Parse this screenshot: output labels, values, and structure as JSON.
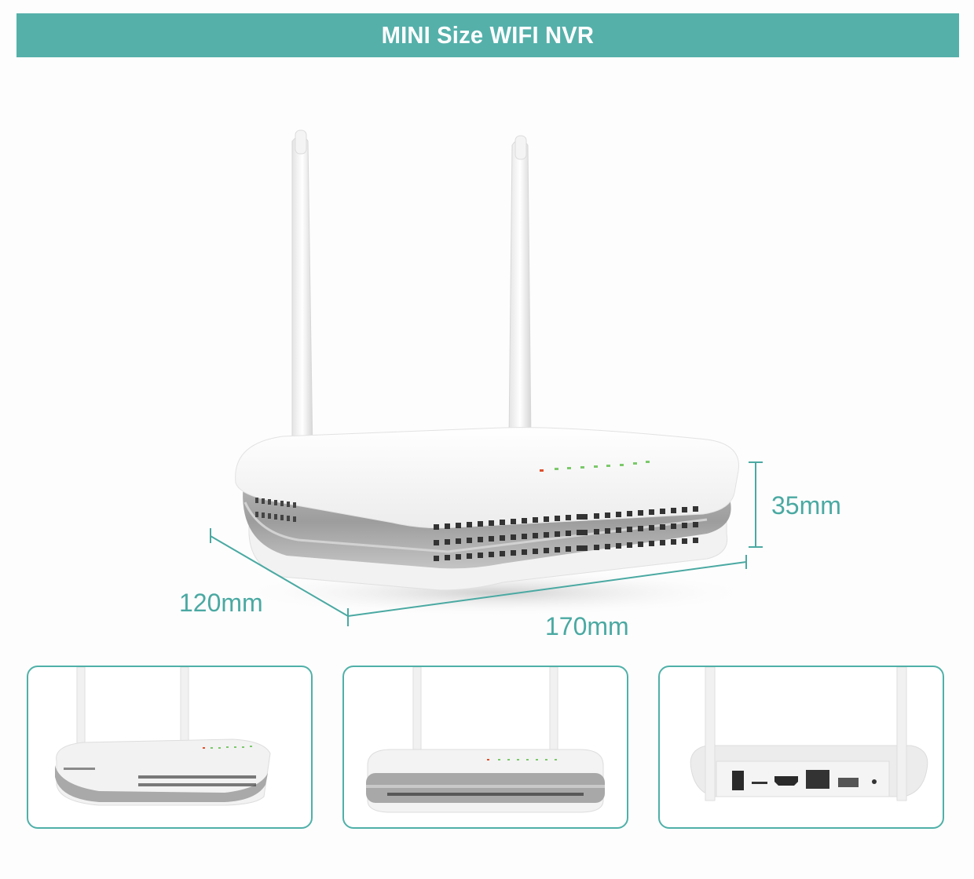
{
  "banner": {
    "title": "MINI Size WIFI NVR",
    "color": "#55b0aa"
  },
  "dimensions": {
    "height": "35mm",
    "depth": "120mm",
    "width": "170mm",
    "color": "#4aa9a2"
  },
  "product": {
    "name": "WIFI NVR",
    "antenna_count": 2,
    "status_leds": [
      "red",
      "green",
      "green",
      "green",
      "green",
      "green",
      "green",
      "green",
      "green"
    ]
  },
  "thumbnails": [
    {
      "view": "side-angle-view"
    },
    {
      "view": "front-view"
    },
    {
      "view": "rear-ports-view",
      "ports": [
        "dc-power",
        "micro-sd",
        "hdmi",
        "ethernet",
        "usb",
        "reset"
      ]
    }
  ]
}
